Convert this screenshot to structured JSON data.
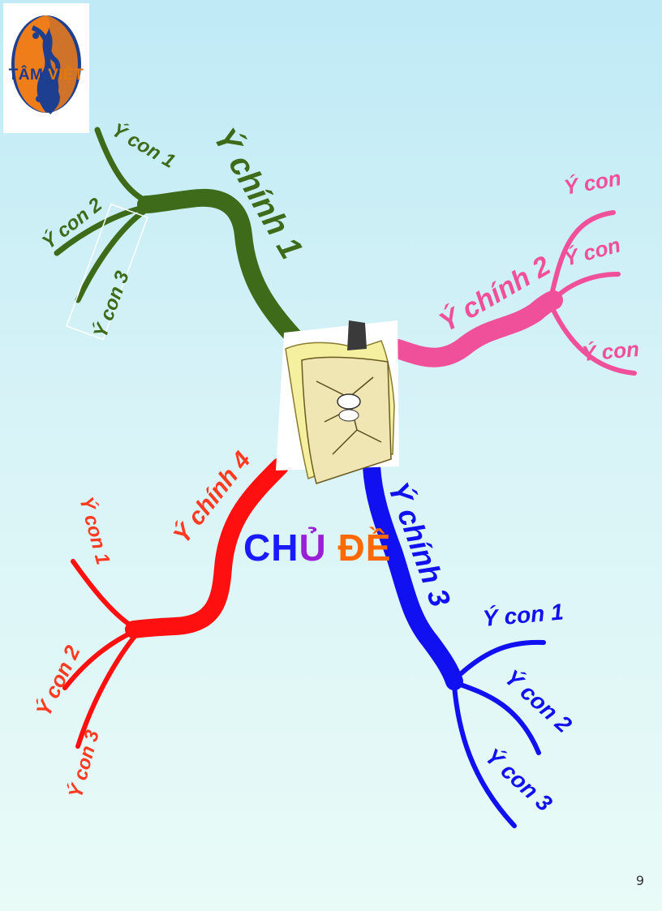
{
  "logo": {
    "word1": "TÂM",
    "word2": "VIỆT"
  },
  "center_title": {
    "part1": "CH",
    "part2": "Ủ",
    "part3": "ĐỀ"
  },
  "page_number": "9",
  "branches": {
    "main1": "Ý chính 1",
    "main2": "Ý chính 2",
    "main3": "Ý chính 3",
    "main4": "Ý chính 4"
  },
  "sub_branches_1": [
    "Ý con 1",
    "Ý con 2",
    "Ý con 3"
  ],
  "sub_branches_2": [
    "Ý con",
    "Ý con",
    "Ý con"
  ],
  "sub_branches_3": [
    "Ý con 1",
    "Ý con 2",
    "Ý con 3"
  ],
  "sub_branches_4": [
    "Ý con 1",
    "Ý con 2",
    "Ý con 3"
  ],
  "colors": {
    "branch1": "#3d6b1a",
    "branch2": "#f0509a",
    "branch3": "#1010f0",
    "branch4": "#ff1010",
    "title_blue": "#1a1aff",
    "title_purple": "#9b1fd6",
    "title_orange": "#ff6a00"
  }
}
